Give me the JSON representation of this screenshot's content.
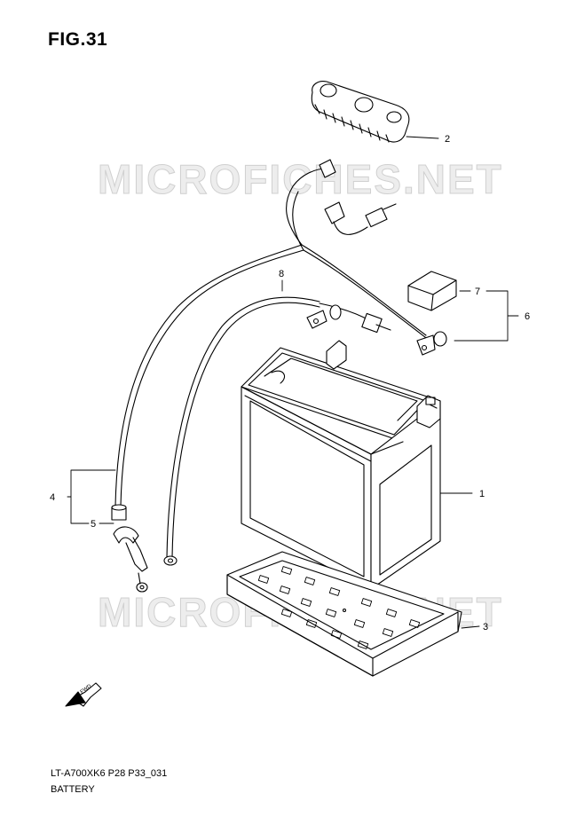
{
  "figure": {
    "title": "FIG.31",
    "model_code": "LT-A700XK6 P28 P33_031",
    "section_name": "BATTERY"
  },
  "watermark": "MICROFICHES.NET",
  "callouts": {
    "c1": "1",
    "c2": "2",
    "c3": "3",
    "c4": "4",
    "c5": "5",
    "c6": "6",
    "c7": "7",
    "c8": "8"
  },
  "forward_arrow": {
    "label": "FWD",
    "icon": "forward-arrow-icon"
  },
  "colors": {
    "line": "#000000",
    "watermark": "#d0d0d0"
  }
}
